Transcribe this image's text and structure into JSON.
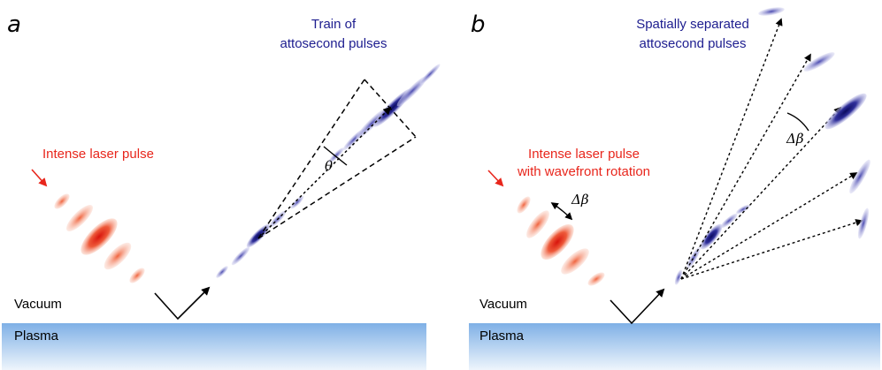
{
  "panels": {
    "a": {
      "letter": "a",
      "train_label_1": "Train of",
      "train_label_2": "attosecond pulses",
      "laser_label": "Intense laser pulse",
      "angle_label": "θ",
      "vacuum_label": "Vacuum",
      "plasma_label": "Plasma"
    },
    "b": {
      "letter": "b",
      "separated_label_1": "Spatially separated",
      "separated_label_2": "attosecond pulses",
      "laser_label_1": "Intense laser pulse",
      "laser_label_2": "with wavefront rotation",
      "delta_beta_label": "Δβ",
      "delta_beta_label_2": "Δβ",
      "vacuum_label": "Vacuum",
      "plasma_label": "Plasma"
    }
  },
  "colors": {
    "laser": "#e8261c",
    "attosecond": "#1d1d8f",
    "plasma_top": "#8fb8e8",
    "plasma_bottom": "#e6f0fb"
  }
}
